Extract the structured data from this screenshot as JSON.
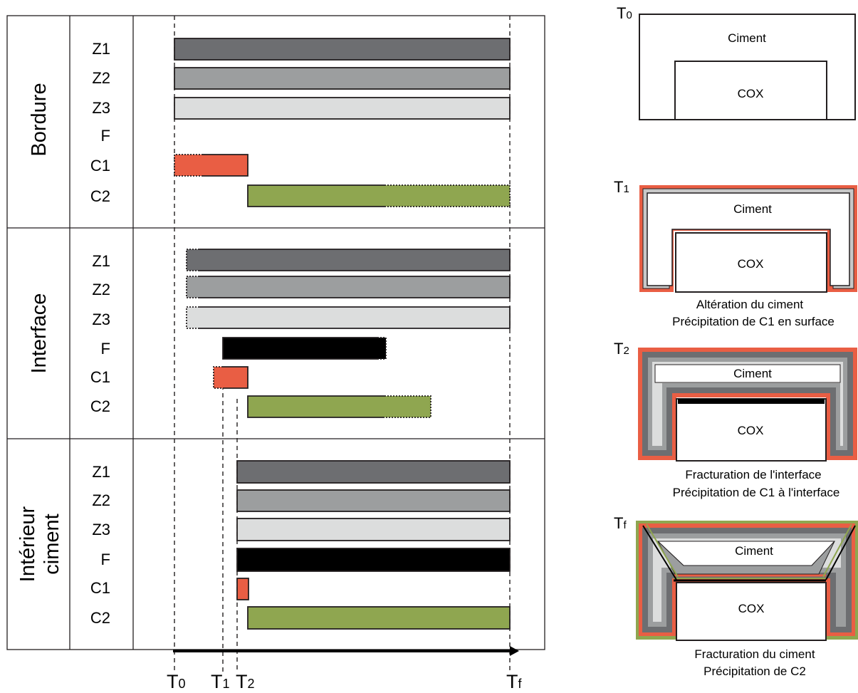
{
  "timeline": {
    "title": "",
    "markers": [
      {
        "main": "T",
        "sub": "0"
      },
      {
        "main": "T",
        "sub": "1"
      },
      {
        "main": "T",
        "sub": "2"
      },
      {
        "main": "T",
        "sub": "f"
      }
    ],
    "zones": [
      {
        "title_lines": [
          "Bordure"
        ],
        "rows": [
          {
            "label": "Z1",
            "phase": "Z1",
            "start": "T0",
            "end": "Tf"
          },
          {
            "label": "Z2",
            "phase": "Z2",
            "start": "T0",
            "end": "Tf"
          },
          {
            "label": "Z3",
            "phase": "Z3",
            "start": "T0",
            "end": "Tf"
          },
          {
            "label": "F",
            "phase": "F",
            "start": null,
            "end": null
          },
          {
            "label": "C1",
            "phase": "C1",
            "start": "T0",
            "end": "T2",
            "onset_uncertain": true
          },
          {
            "label": "C2",
            "phase": "C2",
            "start": "T2",
            "end": "Tf",
            "end_uncertain": true
          }
        ]
      },
      {
        "title_lines": [
          "Interface"
        ],
        "rows": [
          {
            "label": "Z1",
            "phase": "Z1",
            "start": "T0",
            "end": "Tf",
            "onset_uncertain": true
          },
          {
            "label": "Z2",
            "phase": "Z2",
            "start": "T0",
            "end": "Tf",
            "onset_uncertain": true
          },
          {
            "label": "Z3",
            "phase": "Z3",
            "start": "T0",
            "end": "Tf",
            "onset_uncertain": true
          },
          {
            "label": "F",
            "phase": "F",
            "start": "T1",
            "end": "between T2 and Tf",
            "end_uncertain": true
          },
          {
            "label": "C1",
            "phase": "C1",
            "start": "T1",
            "end": "T2",
            "onset_uncertain": true
          },
          {
            "label": "C2",
            "phase": "C2",
            "start": "T2",
            "end": "between T2 and Tf",
            "end_uncertain": true
          }
        ]
      },
      {
        "title_lines": [
          "Intérieur",
          "ciment"
        ],
        "rows": [
          {
            "label": "Z1",
            "phase": "Z1",
            "start": "T2",
            "end": "Tf"
          },
          {
            "label": "Z2",
            "phase": "Z2",
            "start": "T2",
            "end": "Tf"
          },
          {
            "label": "Z3",
            "phase": "Z3",
            "start": "T2",
            "end": "Tf"
          },
          {
            "label": "F",
            "phase": "F",
            "start": "T2",
            "end": "Tf"
          },
          {
            "label": "C1",
            "phase": "C1",
            "start": "T2",
            "end": "T2"
          },
          {
            "label": "C2",
            "phase": "C2",
            "start": "T2",
            "end": "Tf"
          }
        ]
      }
    ]
  },
  "phase_colors": {
    "Z1": "#6d6e71",
    "Z2": "#9c9e9f",
    "Z3": "#dcdddd",
    "F": "#000000",
    "C1": "#e95e44",
    "C2": "#8fa650",
    "border": "#231f20"
  },
  "stages": [
    {
      "marker": {
        "main": "T",
        "sub": "0"
      },
      "upper_label": "Ciment",
      "lower_label": "COX",
      "caption_lines": []
    },
    {
      "marker": {
        "main": "T",
        "sub": "1"
      },
      "upper_label": "Ciment",
      "lower_label": "COX",
      "caption_lines": [
        "Altération du ciment",
        "Précipitation de C1 en surface"
      ]
    },
    {
      "marker": {
        "main": "T",
        "sub": "2"
      },
      "upper_label": "Ciment",
      "lower_label": "COX",
      "caption_lines": [
        "Fracturation de l'interface",
        "Précipitation de C1 à l'interface"
      ]
    },
    {
      "marker": {
        "main": "T",
        "sub": "f"
      },
      "upper_label": "Ciment",
      "lower_label": "COX",
      "caption_lines": [
        "Fracturation du ciment",
        "Précipitation de C2"
      ]
    }
  ]
}
